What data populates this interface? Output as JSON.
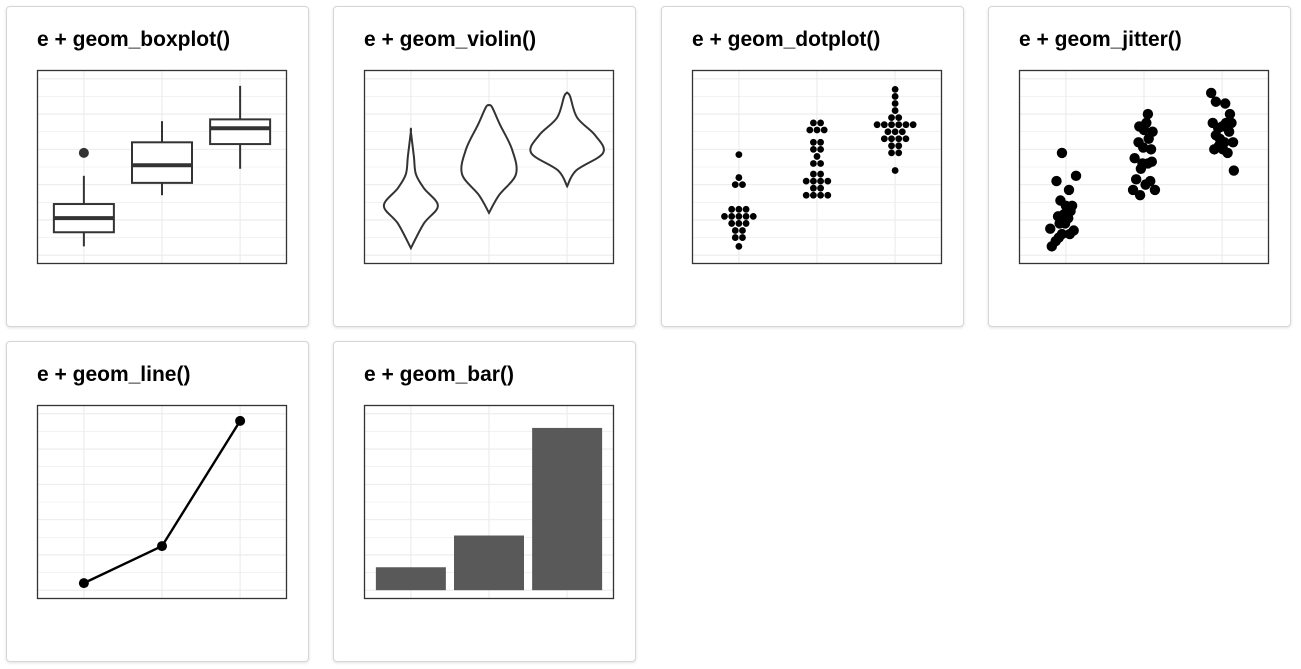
{
  "colors": {
    "mark": "#000000",
    "box": "#333333",
    "bar": "#595959",
    "grid": "#ebebeb",
    "frame": "#333333",
    "card_border": "#d6d6d6"
  },
  "cards": [
    {
      "title": "e + geom_boxplot()",
      "chart_data": {
        "type": "boxplot",
        "ylim": [
          0,
          100
        ],
        "boxes": [
          {
            "min": 5,
            "q1": 13,
            "median": 21,
            "q3": 29,
            "max": 45,
            "outliers": [
              58
            ]
          },
          {
            "min": 34,
            "q1": 41,
            "median": 51,
            "q3": 64,
            "max": 76,
            "outliers": []
          },
          {
            "min": 49,
            "q1": 63,
            "median": 72,
            "q3": 77,
            "max": 96,
            "outliers": []
          }
        ]
      }
    },
    {
      "title": "e + geom_violin()",
      "chart_data": {
        "type": "violin",
        "ylim": [
          0,
          100
        ],
        "violins": [
          {
            "y": [
              4,
              18,
              28,
              38,
              46,
              56,
              70
            ],
            "half_width": [
              0,
              13,
              27,
              13,
              5,
              3,
              0
            ]
          },
          {
            "y": [
              24,
              34,
              46,
              60,
              74,
              84,
              85
            ],
            "half_width": [
              0,
              10,
              27,
              23,
              11,
              3,
              0
            ]
          },
          {
            "y": [
              39,
              48,
              58,
              68,
              78,
              90,
              92
            ],
            "half_width": [
              0,
              9,
              36,
              28,
              10,
              3,
              0
            ]
          }
        ]
      }
    },
    {
      "title": "e + geom_dotplot()",
      "chart_data": {
        "type": "dotplot",
        "ylim": [
          0,
          100
        ],
        "groups": [
          {
            "bins": [
              {
                "y": 5,
                "count": 1
              },
              {
                "y": 10,
                "count": 2
              },
              {
                "y": 14,
                "count": 2
              },
              {
                "y": 18,
                "count": 3
              },
              {
                "y": 22,
                "count": 5
              },
              {
                "y": 26,
                "count": 3
              },
              {
                "y": 40,
                "count": 2
              },
              {
                "y": 44,
                "count": 1
              },
              {
                "y": 57,
                "count": 1
              }
            ]
          },
          {
            "bins": [
              {
                "y": 34,
                "count": 4
              },
              {
                "y": 38,
                "count": 2
              },
              {
                "y": 42,
                "count": 4
              },
              {
                "y": 46,
                "count": 2
              },
              {
                "y": 52,
                "count": 2
              },
              {
                "y": 56,
                "count": 1
              },
              {
                "y": 60,
                "count": 2
              },
              {
                "y": 64,
                "count": 2
              },
              {
                "y": 71,
                "count": 3
              },
              {
                "y": 75,
                "count": 2
              }
            ]
          },
          {
            "bins": [
              {
                "y": 48,
                "count": 1
              },
              {
                "y": 58,
                "count": 2
              },
              {
                "y": 62,
                "count": 2
              },
              {
                "y": 66,
                "count": 4
              },
              {
                "y": 70,
                "count": 3
              },
              {
                "y": 74,
                "count": 6
              },
              {
                "y": 78,
                "count": 2
              },
              {
                "y": 82,
                "count": 1
              },
              {
                "y": 86,
                "count": 1
              },
              {
                "y": 90,
                "count": 1
              },
              {
                "y": 94,
                "count": 1
              }
            ]
          }
        ]
      }
    },
    {
      "title": "e + geom_jitter()",
      "chart_data": {
        "type": "scatter",
        "ylim": [
          0,
          100
        ],
        "series": [
          {
            "points": [
              [
                0.82,
                5
              ],
              [
                0.87,
                8
              ],
              [
                0.91,
                10
              ],
              [
                0.8,
                15
              ],
              [
                0.95,
                12
              ],
              [
                1.05,
                12
              ],
              [
                1.1,
                14
              ],
              [
                0.92,
                18
              ],
              [
                0.99,
                18
              ],
              [
                1.03,
                21
              ],
              [
                0.9,
                22
              ],
              [
                0.97,
                23
              ],
              [
                1.06,
                25
              ],
              [
                1.0,
                28
              ],
              [
                0.93,
                31
              ],
              [
                1.08,
                28
              ],
              [
                1.04,
                37
              ],
              [
                0.88,
                42
              ],
              [
                1.13,
                45
              ],
              [
                0.95,
                58
              ]
            ]
          },
          {
            "points": [
              [
                1.86,
                37
              ],
              [
                1.9,
                43
              ],
              [
                1.95,
                34
              ],
              [
                2.02,
                40
              ],
              [
                2.08,
                42
              ],
              [
                2.14,
                37
              ],
              [
                1.96,
                49
              ],
              [
                1.98,
                52
              ],
              [
                2.05,
                52
              ],
              [
                2.1,
                53
              ],
              [
                1.88,
                55
              ],
              [
                1.93,
                64
              ],
              [
                1.99,
                61
              ],
              [
                2.06,
                66
              ],
              [
                2.09,
                60
              ],
              [
                2.0,
                71
              ],
              [
                2.03,
                75
              ],
              [
                1.94,
                73
              ],
              [
                2.11,
                70
              ],
              [
                2.05,
                80
              ]
            ]
          },
          {
            "points": [
              [
                2.86,
                92
              ],
              [
                2.92,
                87
              ],
              [
                3.04,
                86
              ],
              [
                3.1,
                80
              ],
              [
                2.88,
                75
              ],
              [
                2.95,
                72
              ],
              [
                3.0,
                73
              ],
              [
                3.05,
                75
              ],
              [
                3.12,
                75
              ],
              [
                2.92,
                68
              ],
              [
                2.97,
                66
              ],
              [
                3.03,
                64
              ],
              [
                3.09,
                70
              ],
              [
                2.9,
                60
              ],
              [
                2.96,
                62
              ],
              [
                3.01,
                60
              ],
              [
                3.07,
                58
              ],
              [
                3.14,
                64
              ],
              [
                3.15,
                48
              ]
            ]
          }
        ]
      }
    },
    {
      "title": "e + geom_line()",
      "chart_data": {
        "type": "line",
        "ylim": [
          0,
          100
        ],
        "x": [
          1,
          2,
          3
        ],
        "values": [
          4,
          25,
          96
        ]
      }
    },
    {
      "title": "e + geom_bar()",
      "chart_data": {
        "type": "bar",
        "ylim": [
          0,
          100
        ],
        "values": [
          13,
          31,
          92
        ]
      }
    }
  ]
}
